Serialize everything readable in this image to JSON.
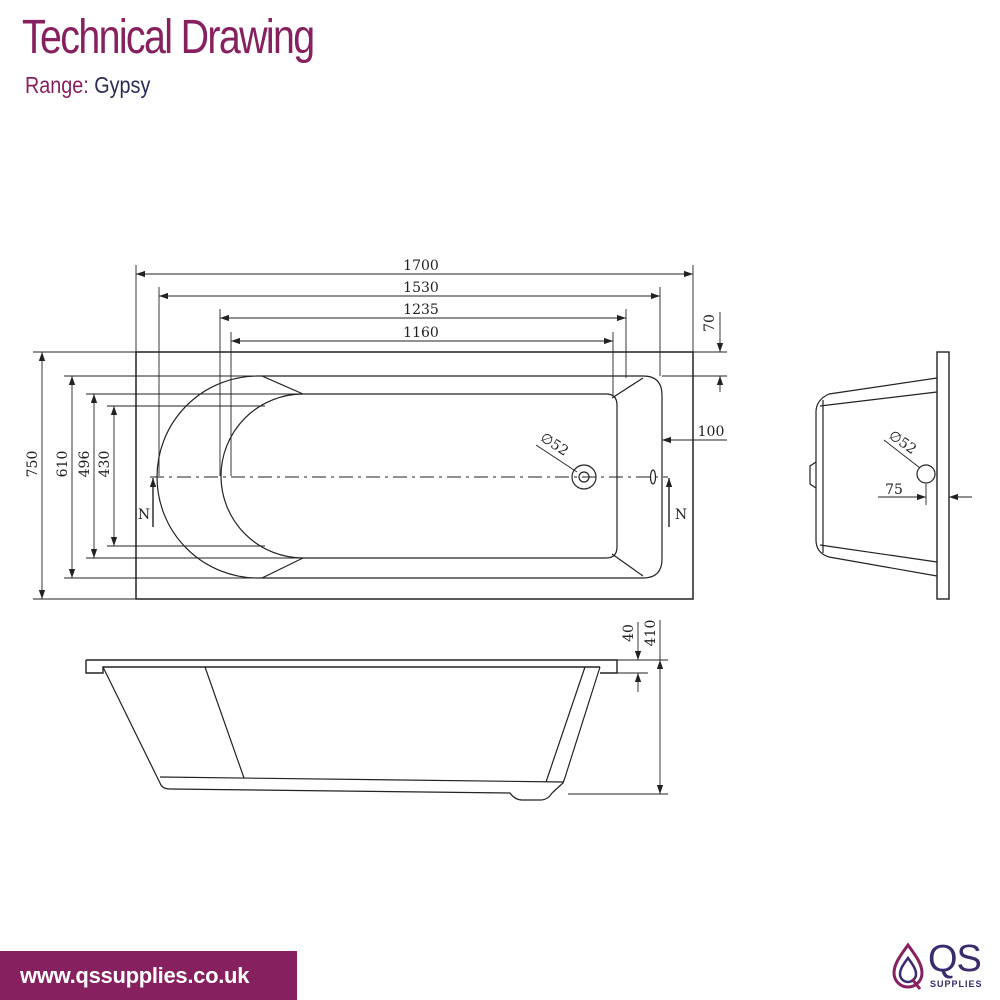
{
  "header": {
    "title": "Technical Drawing",
    "range_label": "Range:",
    "range_value": "Gypsy"
  },
  "dimensions": {
    "length": "1700",
    "inner_top_length": "1530",
    "inner_length": "1235",
    "base_length": "1160",
    "rim_depth": "70",
    "waste_offset": "100",
    "width": "750",
    "inner_width": "610",
    "base_width": "496",
    "floor_width": "430",
    "waste_diameter": "∅52",
    "end_waste_diameter": "∅52",
    "end_waste_offset": "75",
    "lip_height": "40",
    "overall_height": "410"
  },
  "section_marks": {
    "left": "N",
    "right": "N"
  },
  "footer": {
    "url": "www.qssupplies.co.uk",
    "logo_text": "QS",
    "logo_subtext": "SUPPLIES"
  },
  "colors": {
    "brand": "#86205f",
    "range_value": "#2b2b55",
    "line": "#222222",
    "logo": "#3a2a6e"
  }
}
